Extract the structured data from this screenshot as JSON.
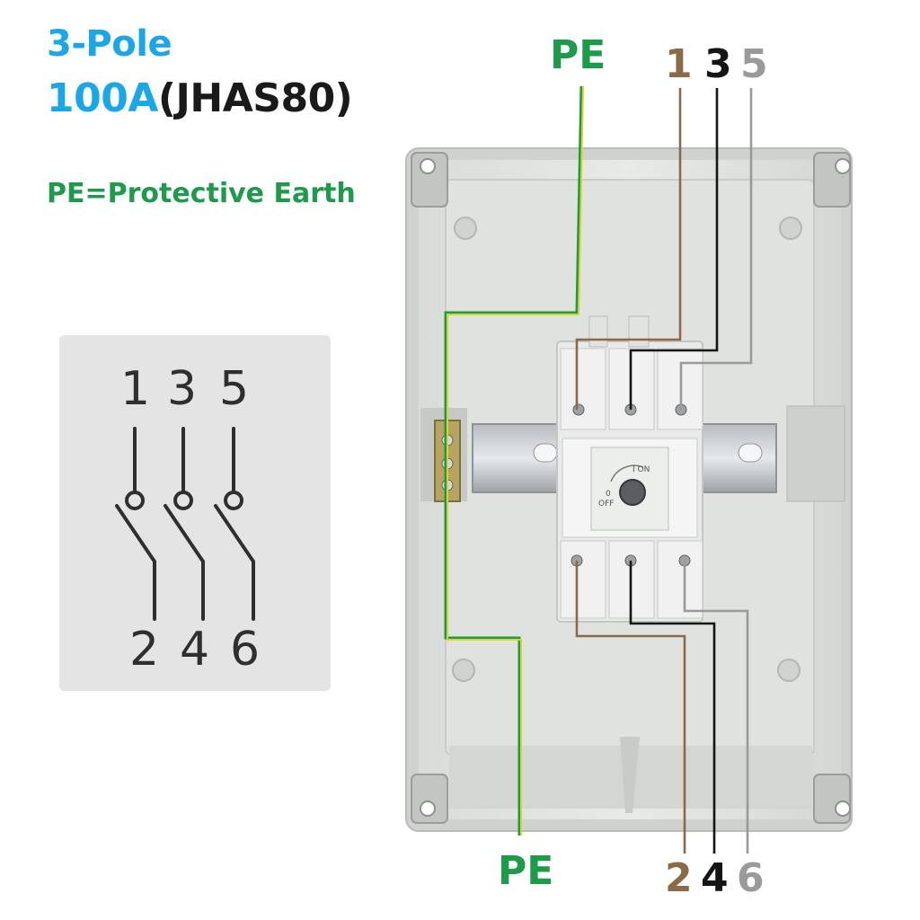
{
  "header": {
    "line1": "3-Pole",
    "line2_rating": "100A",
    "line2_model": "(JHAS80)",
    "legend_note": "PE=Protective Earth"
  },
  "schematic": {
    "top_terminals": [
      "1",
      "3",
      "5"
    ],
    "bottom_terminals": [
      "2",
      "4",
      "6"
    ]
  },
  "switch_panel": {
    "on_label": "I ON",
    "off_label_top": "0",
    "off_label_bottom": "OFF"
  },
  "wiring": {
    "pe_top": "PE",
    "pe_bottom": "PE",
    "top_terminals": [
      {
        "label": "1",
        "color": "#8a6a48"
      },
      {
        "label": "3",
        "color": "#151515"
      },
      {
        "label": "5",
        "color": "#9a9a9a"
      }
    ],
    "bottom_terminals": [
      {
        "label": "2",
        "color": "#8a6a48"
      },
      {
        "label": "4",
        "color": "#151515"
      },
      {
        "label": "6",
        "color": "#9a9a9a"
      }
    ],
    "pe_color": "#1d9a4a",
    "pe_wire_color": "#d8d428"
  }
}
